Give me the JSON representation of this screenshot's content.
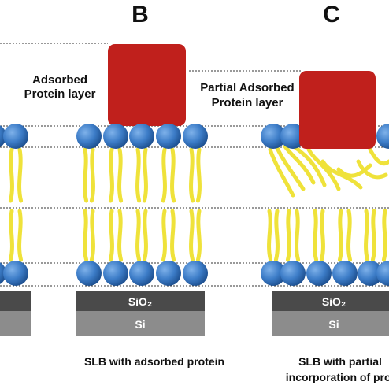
{
  "panels": {
    "b": {
      "letter": "B",
      "layer_label_line1": "Adsorbed",
      "layer_label_line2": "Protein layer",
      "substrate_top": "SiO₂",
      "substrate_bottom": "Si",
      "caption_line1": "SLB with adsorbed protein"
    },
    "c": {
      "letter": "C",
      "layer_label_line1": "Partial Adsorbed",
      "layer_label_line2": "Protein layer",
      "substrate_top": "SiO₂",
      "substrate_bottom": "Si",
      "caption_line1": "SLB with partial",
      "caption_line2": "incorporation of prot"
    }
  },
  "colors": {
    "protein": "#c0201c",
    "lipid_head": "#3d7dc8",
    "lipid_tail": "#efe23a",
    "sio2": "#4a4a4a",
    "si": "#8c8c8c",
    "dotted_line": "#333333"
  }
}
